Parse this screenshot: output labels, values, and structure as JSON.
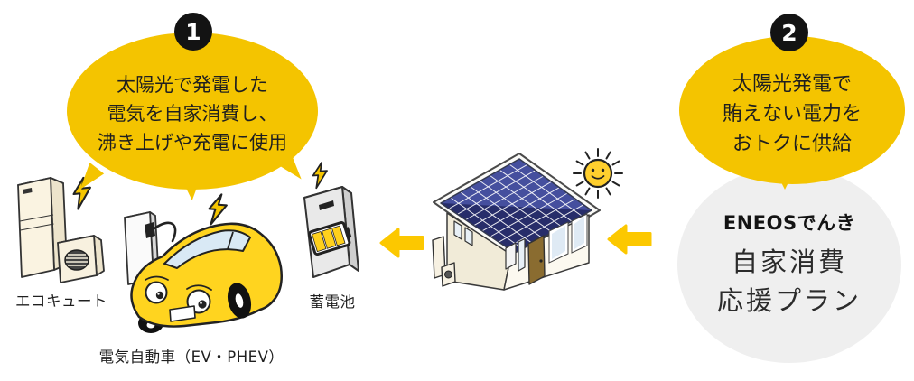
{
  "step1": {
    "badge": "1",
    "bubble": {
      "line1": "太陽光で発電した",
      "line2": "電気を自家消費し、",
      "line3": "沸き上げや充電に使用"
    },
    "devices": {
      "ecocute_label": "エコキュート",
      "ev_label": "電気自動車（EV・PHEV）",
      "battery_label": "蓄電池"
    }
  },
  "step2": {
    "badge": "2",
    "bubble": {
      "line1": "太陽光発電で",
      "line2": "賄えない電力を",
      "line3": "おトクに供給"
    },
    "plan": {
      "brand": "ENEOSでんき",
      "name_line1": "自家消費",
      "name_line2": "応援プラン"
    }
  },
  "icons": {
    "lightning": "lightning-bolt-icon",
    "left_arrow": "left-arrow-icon",
    "sun": "sun-icon",
    "ecocute": "ecocute-water-heater-illustration",
    "ev": "ev-charging-illustration",
    "battery": "storage-battery-illustration",
    "house": "solar-house-illustration"
  },
  "colors": {
    "bubble_yellow": "#F4C400",
    "arrow_yellow": "#FCC800",
    "badge_black": "#131313",
    "plan_circle_gray": "#EFEFEF",
    "car_yellow": "#FFD41F",
    "solar_panel_navy": "#272D6A",
    "text_black": "#1F1F1F"
  }
}
